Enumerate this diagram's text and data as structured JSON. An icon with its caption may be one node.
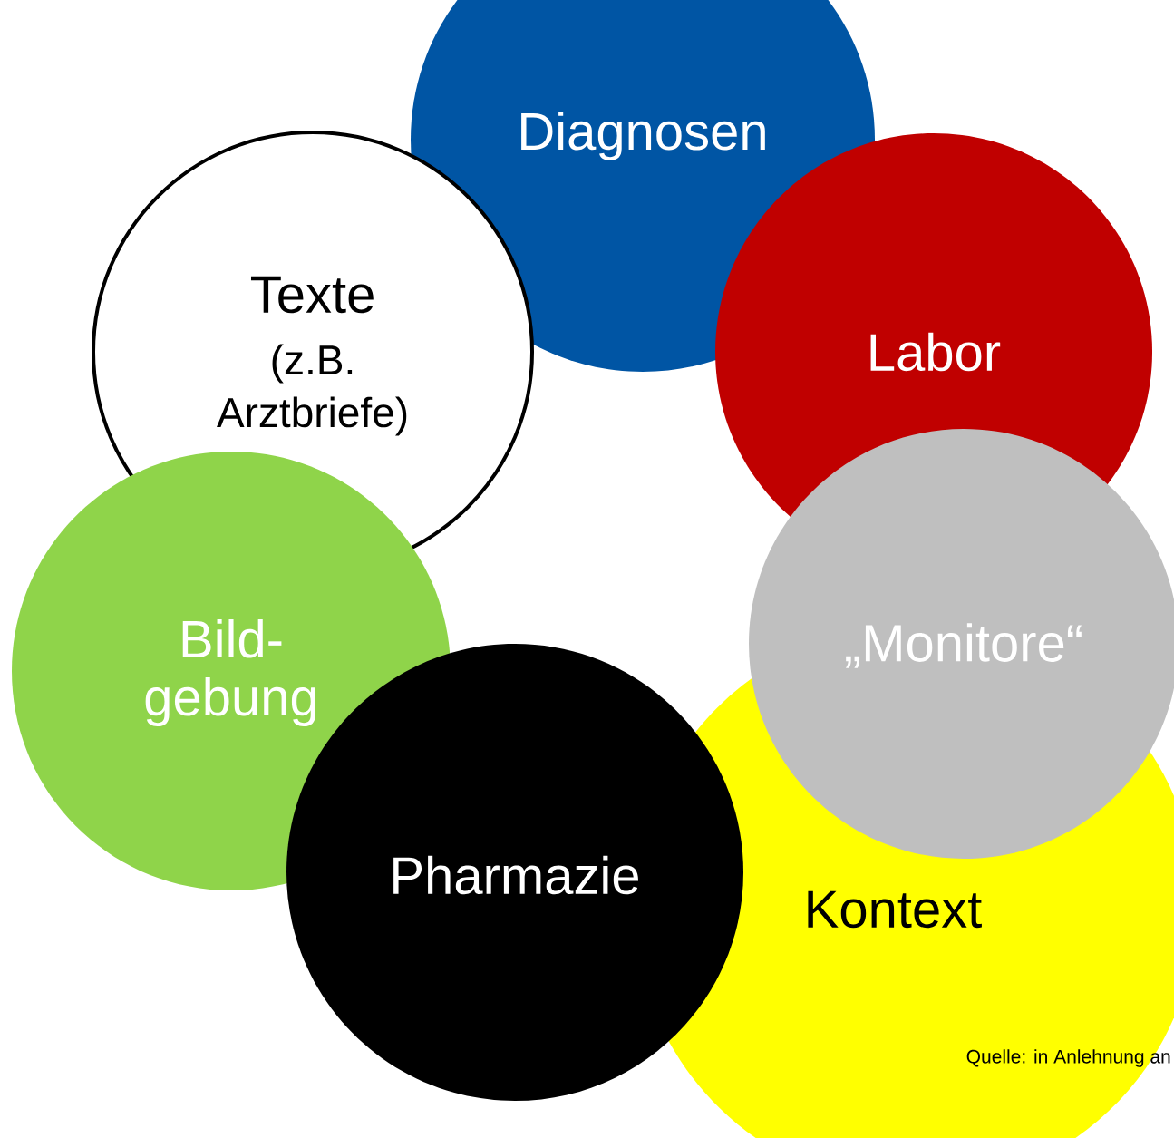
{
  "diagram": {
    "nodes": [
      {
        "text": [
          "Diagnosen"
        ]
      },
      {
        "text": [
          "Texte",
          "(z.B. Arztbriefe)"
        ]
      },
      {
        "text": [
          "Labor"
        ]
      },
      {
        "text": [
          "Bild- gebung"
        ]
      },
      {
        "text": [
          "„Monitore“"
        ]
      },
      {
        "text": [
          "Pharmazie"
        ]
      },
      {
        "text": [
          "Kontext"
        ]
      }
    ],
    "edges": [],
    "labels": [
      "Quelle: in Anlehnung an"
    ]
  }
}
